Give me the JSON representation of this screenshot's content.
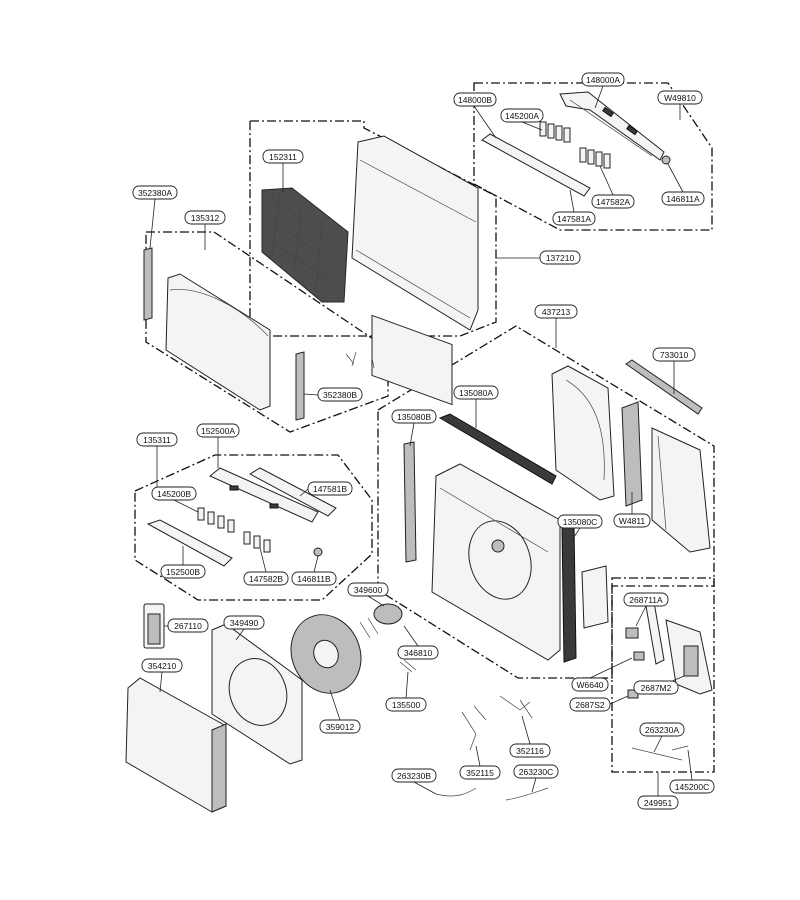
{
  "diagram": {
    "labels": [
      "148000A",
      "W49810",
      "148000B",
      "145200A",
      "147582A",
      "146811A",
      "147581A",
      "152311",
      "137210",
      "352380A",
      "135312",
      "352380B",
      "437213",
      "733010",
      "135080A",
      "135080B",
      "135080C",
      "W4811",
      "135311",
      "152500A",
      "147581B",
      "145200B",
      "152500B",
      "147582B",
      "146811B",
      "349600",
      "267110",
      "349490",
      "354210",
      "346810",
      "359012",
      "135500",
      "268711A",
      "W6640",
      "2687M2",
      "2687S2",
      "263230A",
      "145200C",
      "249951",
      "352116",
      "352115",
      "263230B",
      "263230C"
    ]
  }
}
